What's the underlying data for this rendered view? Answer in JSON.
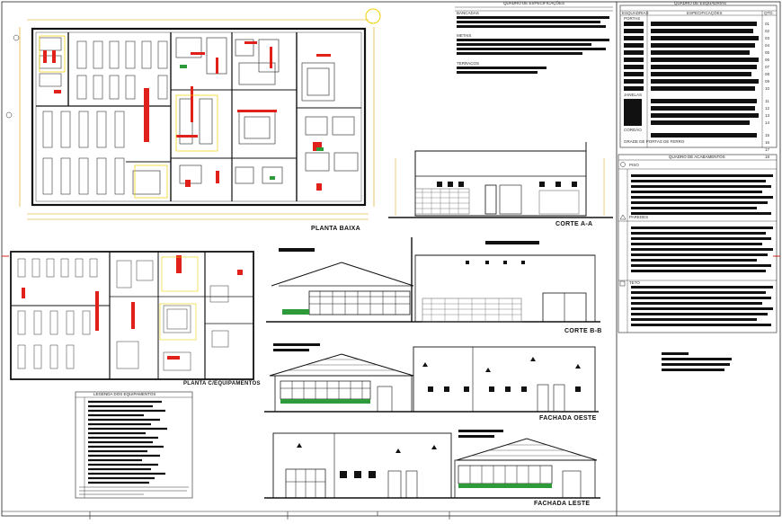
{
  "drawing_labels": {
    "planta_baixa": "PLANTA BAIXA",
    "planta_equipamentos": "PLANTA C/EQUIPAMENTOS",
    "corte_aa": "CORTE A-A",
    "corte_bb": "CORTE B-B",
    "fachada_oeste": "FACHADA OESTE",
    "fachada_leste": "FACHADA LESTE"
  },
  "specs_table": {
    "title": "QUADRO DE ESPECIFICAÇÕES",
    "sections": [
      "BANCADAS",
      "METAIS",
      "TERRAÇOS"
    ]
  },
  "frames_table": {
    "title": "QUADRO DE ESQUADRIAS",
    "headers": [
      "ESQUADRIAS",
      "ESPECIFICAÇÕES",
      "QTD."
    ],
    "groups": [
      "PORTAS",
      "JANELAS",
      "CORDÃO",
      "GRADE DE PORTAS DE FERRO"
    ],
    "quantities": [
      "01",
      "02",
      "03",
      "04",
      "05",
      "06",
      "07",
      "08",
      "09",
      "10",
      "11",
      "12",
      "13",
      "14",
      "15",
      "16",
      "17",
      "18"
    ]
  },
  "finishes_table": {
    "title": "QUADRO DE ACABAMENTOS",
    "groups": [
      "PISO",
      "PAREDES",
      "TETO"
    ]
  },
  "legend_table": {
    "title": "LEGENDA DOS EQUIPAMENTOS"
  },
  "colors": {
    "line": "#1a1a1a",
    "accent_red": "#e0201a",
    "accent_yellow": "#f0d000",
    "accent_green": "#2e9b3a",
    "dim_orange": "#d9a000"
  }
}
